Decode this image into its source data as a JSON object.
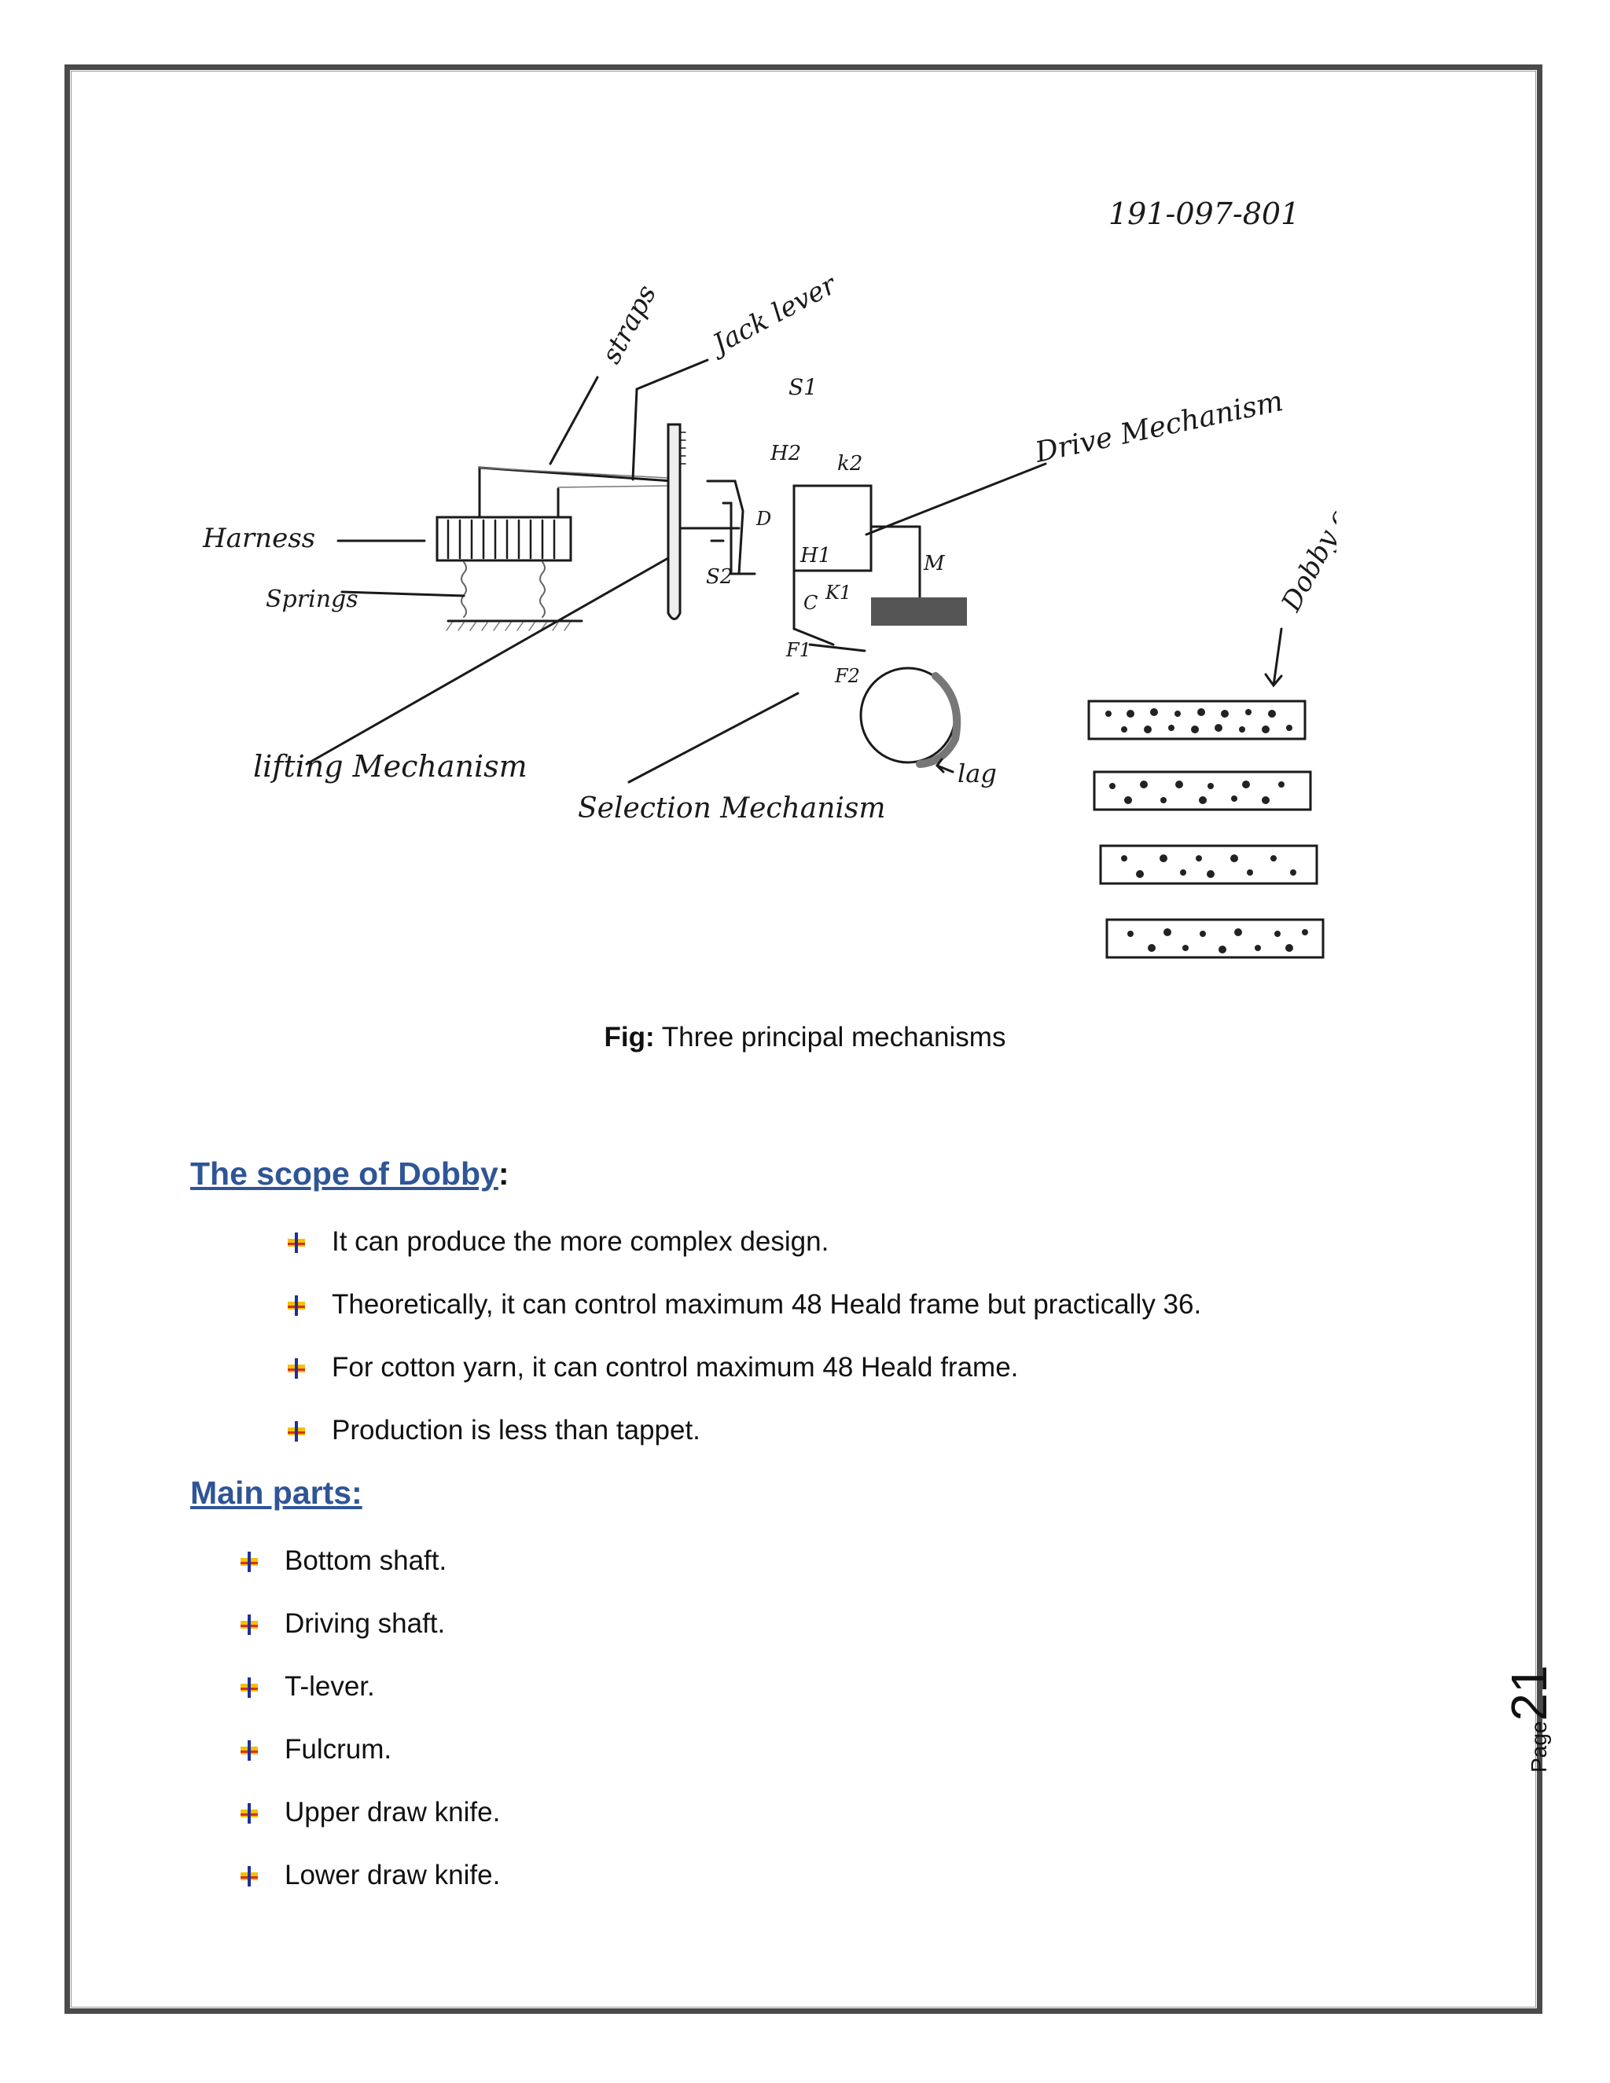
{
  "figure": {
    "student_id": "191-097-801",
    "labels": {
      "straps": "straps",
      "jack_lever": "Jack lever",
      "s1": "S1",
      "h2": "H2",
      "k2": "k2",
      "drive": "Drive Mechanism",
      "harness": "Harness",
      "springs": "Springs",
      "d": "D",
      "h1": "H1",
      "m": "M",
      "s2": "S2",
      "k1": "K1",
      "c": "C",
      "f1": "F1",
      "f2": "F2",
      "dobby_card": "Dobby card",
      "lifting": "lifting Mechanism",
      "selection": "Selection Mechanism",
      "lag": "lag"
    },
    "caption_prefix": "Fig:",
    "caption_text": "Three principal mechanisms"
  },
  "scope": {
    "heading": "The scope of Dobby",
    "colon": ":",
    "items": [
      "It can produce the more complex design.",
      "Theoretically, it can control maximum 48 Heald frame but practically 36.",
      "For cotton yarn, it can control maximum 48 Heald frame.",
      "Production is less than tappet."
    ]
  },
  "main_parts": {
    "heading": "Main parts:",
    "items": [
      "Bottom shaft.",
      "Driving shaft.",
      "T-lever.",
      "Fulcrum.",
      "Upper draw knife.",
      "Lower draw knife."
    ]
  },
  "page": {
    "label": "Page",
    "number": "21"
  },
  "colors": {
    "heading": "#2f5597",
    "border": "#4a4a4a",
    "bullet_yellow": "#f2c200",
    "bullet_red": "#d9301e",
    "bullet_blue": "#1f2f9a"
  }
}
